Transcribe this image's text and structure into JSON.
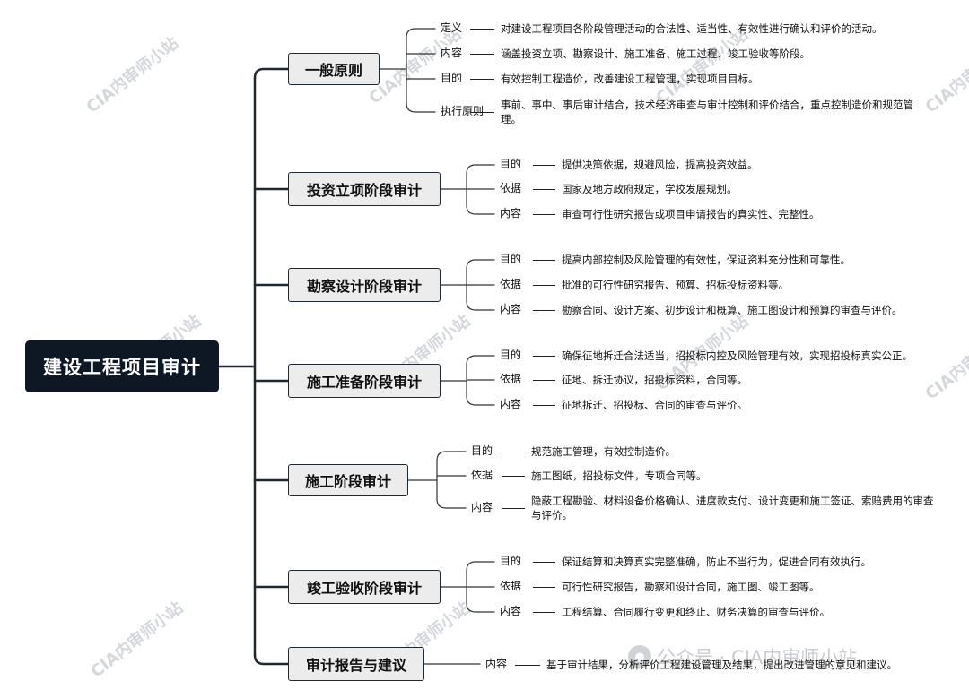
{
  "root": "建设工程项目审计",
  "watermark": "CIA内审师小站",
  "footer": {
    "text": "公众号 · CIA内审师小站",
    "icon": "wechat-icon"
  },
  "sections": [
    {
      "title": "一般原则",
      "items": [
        {
          "key": "定义",
          "text": "对建设工程项目各阶段管理活动的合法性、适当性、有效性进行确认和评价的活动。"
        },
        {
          "key": "内容",
          "text": "涵盖投资立项、勘察设计、施工准备、施工过程、竣工验收等阶段。"
        },
        {
          "key": "目的",
          "text": "有效控制工程造价，改善建设工程管理，实现项目目标。"
        },
        {
          "key": "执行原则",
          "text": "事前、事中、事后审计结合，技术经济审查与审计控制和评价结合，重点控制造价和规范管理。"
        }
      ]
    },
    {
      "title": "投资立项阶段审计",
      "items": [
        {
          "key": "目的",
          "text": "提供决策依据，规避风险，提高投资效益。"
        },
        {
          "key": "依据",
          "text": "国家及地方政府规定，学校发展规划。"
        },
        {
          "key": "内容",
          "text": "审查可行性研究报告或项目申请报告的真实性、完整性。"
        }
      ]
    },
    {
      "title": "勘察设计阶段审计",
      "items": [
        {
          "key": "目的",
          "text": "提高内部控制及风险管理的有效性，保证资料充分性和可靠性。"
        },
        {
          "key": "依据",
          "text": "批准的可行性研究报告、预算、招标投标资料等。"
        },
        {
          "key": "内容",
          "text": "勘察合同、设计方案、初步设计和概算、施工图设计和预算的审查与评价。"
        }
      ]
    },
    {
      "title": "施工准备阶段审计",
      "items": [
        {
          "key": "目的",
          "text": "确保征地拆迁合法适当，招投标内控及风险管理有效，实现招投标真实公正。"
        },
        {
          "key": "依据",
          "text": "征地、拆迁协议，招投标资料，合同等。"
        },
        {
          "key": "内容",
          "text": "征地拆迁、招投标、合同的审查与评价。"
        }
      ]
    },
    {
      "title": "施工阶段审计",
      "items": [
        {
          "key": "目的",
          "text": "规范施工管理，有效控制造价。"
        },
        {
          "key": "依据",
          "text": "施工图纸，招投标文件，专项合同等。"
        },
        {
          "key": "内容",
          "text": "隐蔽工程勘验、材料设备价格确认、进度款支付、设计变更和施工签证、索赔费用的审查与评价。"
        }
      ]
    },
    {
      "title": "竣工验收阶段审计",
      "items": [
        {
          "key": "目的",
          "text": "保证结算和决算真实完整准确，防止不当行为，促进合同有效执行。"
        },
        {
          "key": "依据",
          "text": "可行性研究报告，勘察和设计合同，施工图、竣工图等。"
        },
        {
          "key": "内容",
          "text": "工程结算、合同履行变更和终止、财务决算的审查与评价。"
        }
      ]
    },
    {
      "title": "审计报告与建议",
      "items": [
        {
          "key": "内容",
          "text": "基于审计结果，分析评价工程建设管理及结果，提出改进管理的意见和建议。"
        }
      ]
    }
  ]
}
